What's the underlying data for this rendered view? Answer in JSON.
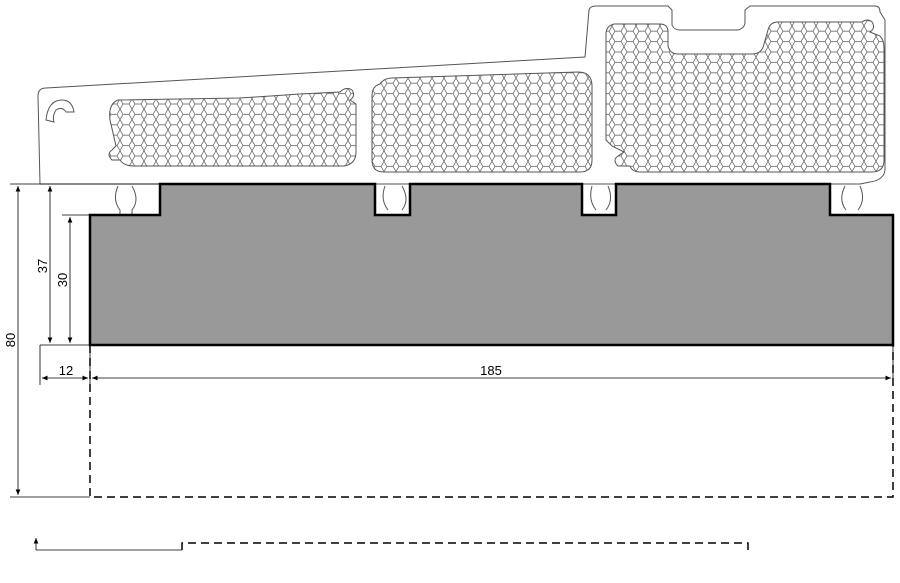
{
  "dimensions": {
    "height_overall": "80",
    "height_step": "37",
    "height_base": "30",
    "offset_left": "12",
    "width_base": "185"
  },
  "colors": {
    "profile_fill": "#999999",
    "line": "#000000",
    "outline": "#555555",
    "background": "#ffffff"
  }
}
